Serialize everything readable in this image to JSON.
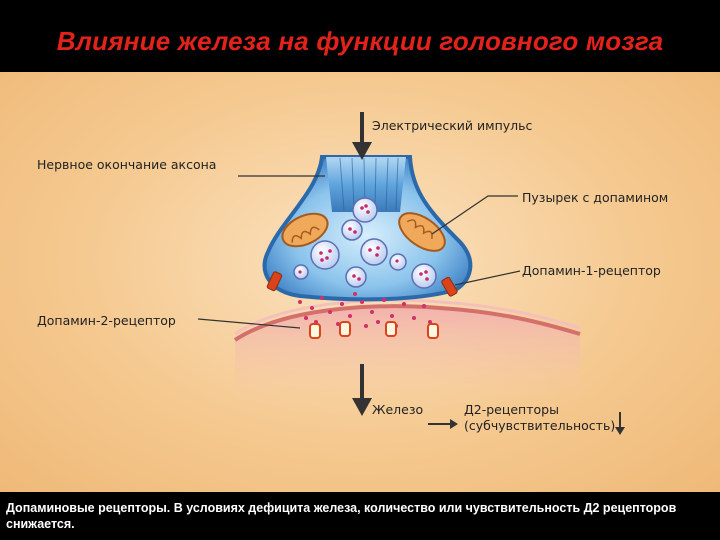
{
  "title": "Влияние железа на функции головного мозга",
  "labels": {
    "impulse": "Электрический импульс",
    "axon_terminal": "Нервное окончание аксона",
    "vesicle": "Пузырек с допамином",
    "d1_receptor": "Допамин-1-рецептор",
    "d2_receptor": "Допамин-2-рецептор",
    "iron": "Железо",
    "d2_receptors": "Д2-рецепторы",
    "sensitivity": "(субчувствительность)"
  },
  "caption": "Допаминовые рецепторы. В условиях дефицита железа, количество или чувствительность Д2 рецепторов снижается.",
  "colors": {
    "title": "#e3221b",
    "background": "#f5c990",
    "terminal": "#3f86c9",
    "receptor": "#d9441a",
    "dopamine": "#d0306a",
    "postsynaptic": "#e79a9a"
  }
}
